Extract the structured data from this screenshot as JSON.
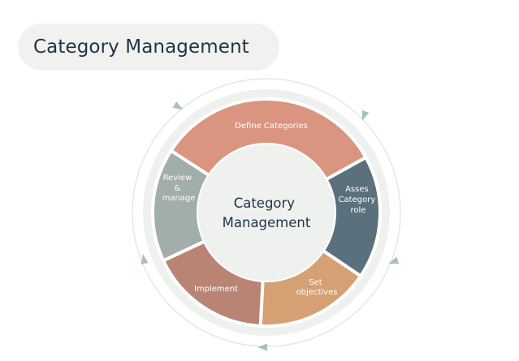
{
  "header": {
    "title": "Category Management"
  },
  "diagram": {
    "center": {
      "line1": "Category",
      "line2": "Management"
    },
    "segments": [
      {
        "id": "define",
        "lines": [
          "Define Categories"
        ],
        "color": "#d99580"
      },
      {
        "id": "asses",
        "lines": [
          "Asses",
          "Category",
          "role"
        ],
        "color": "#5a707c"
      },
      {
        "id": "set",
        "lines": [
          "Set",
          "objectives"
        ],
        "color": "#d4a074"
      },
      {
        "id": "implement",
        "lines": [
          "Implement"
        ],
        "color": "#b98474"
      },
      {
        "id": "review",
        "lines": [
          "Review",
          "&",
          "manage"
        ],
        "color": "#a1aeab"
      }
    ],
    "colors": {
      "ring_background": "#eff1ef",
      "center_fill": "#eff1ef",
      "cycle_line": "#e4e8e5",
      "arrow": "#a9c0b5",
      "gap": "#ffffff"
    }
  }
}
